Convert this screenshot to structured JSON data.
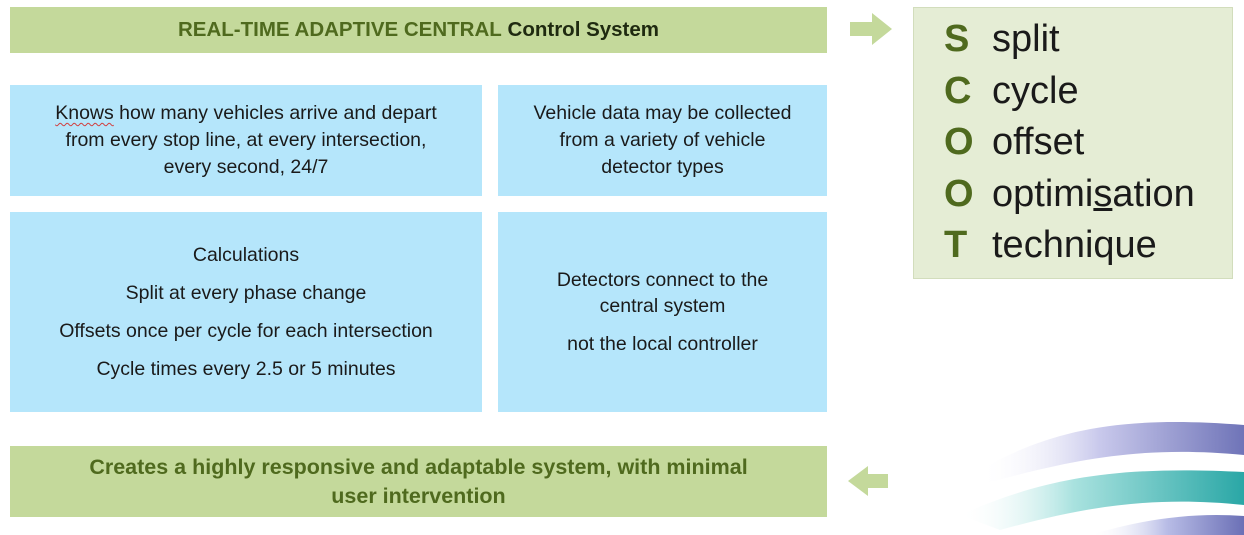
{
  "header": {
    "title_part1": "REAL-TIME ADAPTIVE CENTRAL",
    "title_part2": "Control System"
  },
  "boxes": {
    "arrive": {
      "first_word": "Knows",
      "rest_line1": " how many vehicles arrive and depart",
      "line2": "from every stop line, at every intersection,",
      "line3": "every second, 24/7"
    },
    "data": {
      "line1": "Vehicle data may be collected",
      "line2": "from a variety of vehicle",
      "line3": "detector types"
    },
    "calc": {
      "lines": [
        "Calculations",
        "Split at every phase change",
        "Offsets once per cycle for each intersection",
        "Cycle times every 2.5 or 5 minutes"
      ]
    },
    "detect": {
      "line1": "Detectors connect to the",
      "line2": "central system",
      "line3": "not the local controller"
    }
  },
  "footer": {
    "text_line1": "Creates a highly responsive and adaptable system, with minimal",
    "text_line2": "user intervention"
  },
  "scoot": {
    "items": [
      {
        "letter": "S",
        "word": "split"
      },
      {
        "letter": "C",
        "word": "cycle"
      },
      {
        "letter": "O",
        "word": "offset"
      },
      {
        "letter": "O",
        "word_before": "optimi",
        "word_underlined": "s",
        "word_after": "ation"
      },
      {
        "letter": "T",
        "word": "technique"
      }
    ]
  },
  "colors": {
    "green_bar": "#c4d99b",
    "green_text": "#4f6a1e",
    "blue_box": "#b5e6fb",
    "scoot_panel": "#e5edd5",
    "arrow": "#c4d99b"
  }
}
